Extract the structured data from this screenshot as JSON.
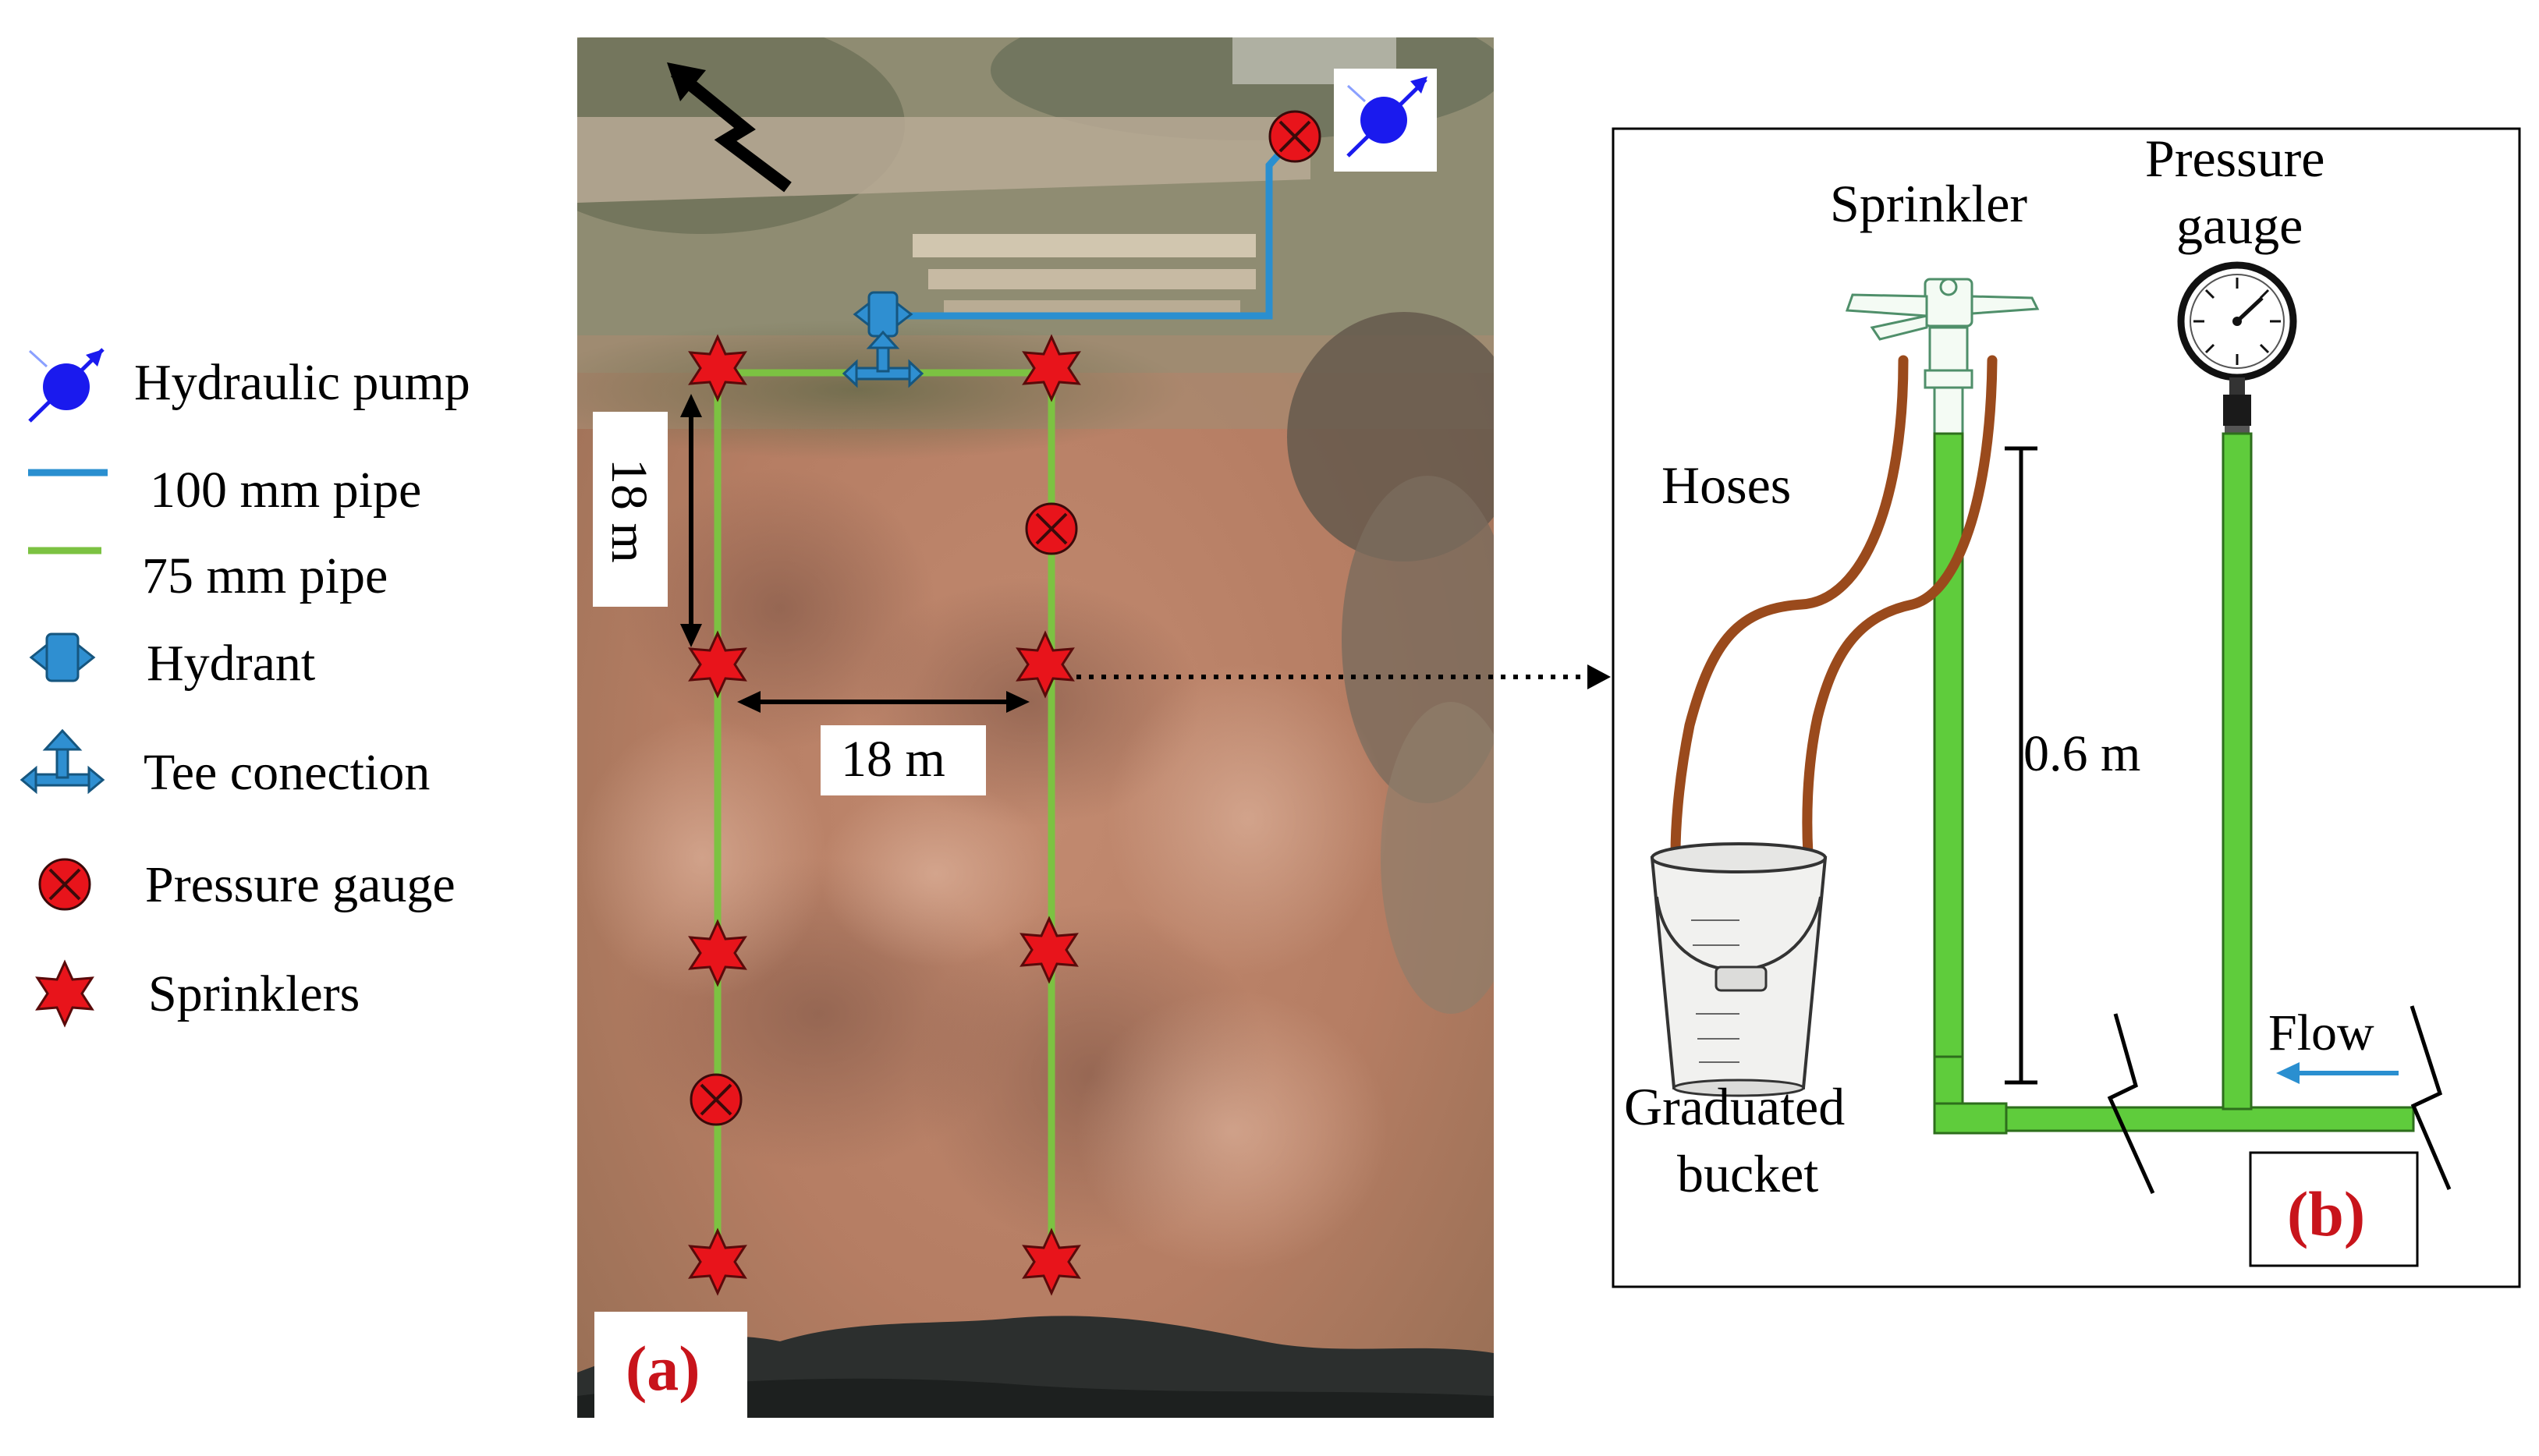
{
  "legend": {
    "items": [
      {
        "key": "pump",
        "label": "Hydraulic pump",
        "icon": "pump-icon"
      },
      {
        "key": "pipe100",
        "label": "100 mm pipe",
        "icon": "blue-pipe-line-icon"
      },
      {
        "key": "pipe75",
        "label": "75 mm pipe",
        "icon": "green-pipe-line-icon"
      },
      {
        "key": "hydrant",
        "label": "Hydrant",
        "icon": "hydrant-icon"
      },
      {
        "key": "tee",
        "label": "Tee conection",
        "icon": "tee-connection-icon"
      },
      {
        "key": "gauge",
        "label": "Pressure gauge",
        "icon": "pressure-gauge-icon"
      },
      {
        "key": "sprinkler",
        "label": "Sprinklers",
        "icon": "sprinkler-star-icon"
      }
    ]
  },
  "panel_a": {
    "tag": "(a)",
    "vertical_dimension": "18 m",
    "horizontal_dimension": "18 m",
    "north_arrow_icon": "north-arrow-icon"
  },
  "panel_b": {
    "tag": "(b)",
    "sprinkler_label": "Sprinkler",
    "gauge_label_line1": "Pressure",
    "gauge_label_line2": "gauge",
    "hoses_label": "Hoses",
    "height_label": "0.6 m",
    "bucket_label_line1": "Graduated",
    "bucket_label_line2": "bucket",
    "flow_label": "Flow"
  },
  "colors": {
    "pipe_100mm": "#2a8fd0",
    "pipe_75mm": "#7cc242",
    "sprinkler": "#e8141b",
    "gauge": "#e8141b",
    "pump": "#1a1aee",
    "hydrant": "#2f8fd1",
    "panel_tag": "#c8141b",
    "riser_green": "#5fcc3c",
    "hose_brown": "#9a4a1c"
  }
}
